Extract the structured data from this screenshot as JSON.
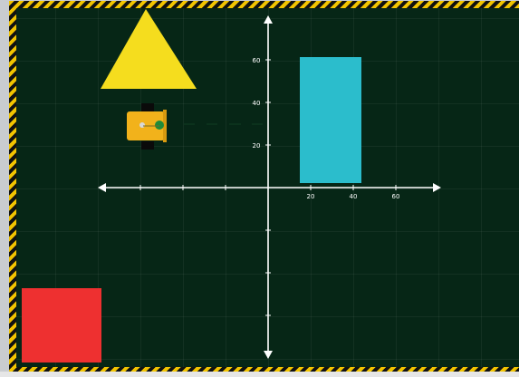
{
  "arena": {
    "title": "",
    "border_colors": {
      "stripe_a": "#f2c400",
      "stripe_b": "#111111"
    },
    "field_color": "#062616"
  },
  "axes": {
    "x_ticks": [
      "20",
      "40",
      "60"
    ],
    "y_ticks": [
      "20",
      "40",
      "60"
    ],
    "arrow_color": "#ffffff"
  },
  "objects": [
    {
      "kind": "triangle",
      "name": "yellow-triangle",
      "color": "#f5dd1e"
    },
    {
      "kind": "robot",
      "name": "robot",
      "color": "#f2b21b",
      "heading": "right"
    },
    {
      "kind": "rectangle",
      "name": "cyan-rectangle",
      "color": "#2bbdcc",
      "x_range": [
        15,
        44
      ],
      "y_range": [
        3,
        62
      ]
    },
    {
      "kind": "square",
      "name": "red-square",
      "color": "#ee3030"
    }
  ]
}
